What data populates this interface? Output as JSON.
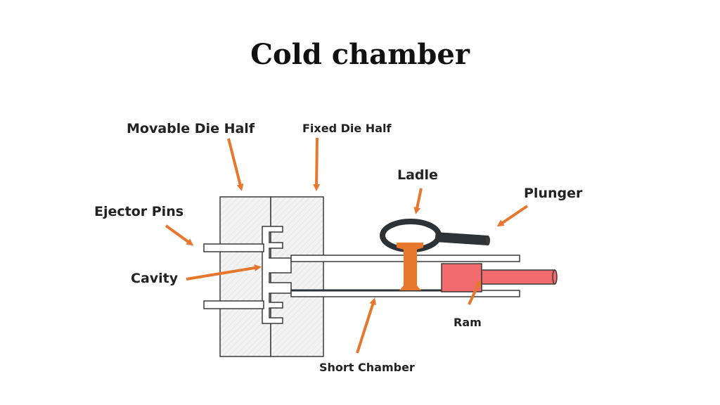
{
  "title": "Cold chamber",
  "labels": {
    "movable_die_half": "Movable Die Half",
    "fixed_die_half": "Fixed Die Half",
    "ladle": "Ladle",
    "plunger": "Plunger",
    "ejector_pins": "Ejector Pins",
    "cavity": "Cavity",
    "ram": "Ram",
    "short_chamber": "Short Chamber"
  },
  "colors": {
    "arrow": "#e8772e",
    "molten_metal": "#e8772e",
    "ram": "#f06a6e",
    "outline": "#3a3a3a",
    "ladle_body": "#2d3236",
    "die_fill": "#f2f2f2"
  }
}
